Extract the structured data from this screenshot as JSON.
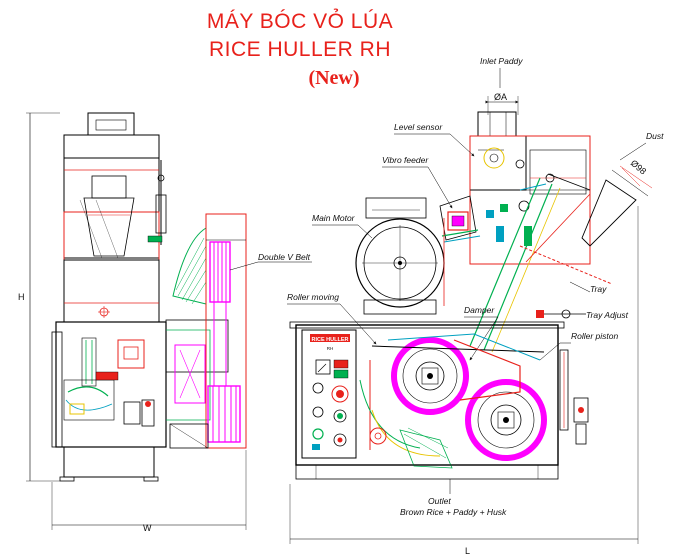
{
  "title": {
    "vietnamese": "MÁY BÓC VỎ LÚA",
    "english": "RICE HULLER RH",
    "version": "(New)"
  },
  "labels": {
    "inlet_paddy": "Inlet Paddy",
    "inlet_dia": "ØA",
    "level_sensor": "Level sensor",
    "vibro_feeder": "Vibro feeder",
    "main_motor": "Main Motor",
    "double_v_belt": "Double V Belt",
    "roller_moving": "Roller moving",
    "damper": "Damper",
    "tray": "Tray",
    "tray_adjust": "Tray Adjust",
    "roller_piston": "Roller piston",
    "dust": "Dust",
    "dust_dia": "Ø98",
    "outlet": "Outlet",
    "outlet_content": "Brown Rice + Paddy + Husk",
    "panel_brand": "RICE HULLER",
    "panel_subtitle": "RH"
  },
  "dimensions": {
    "height": "H",
    "width": "W",
    "length": "L"
  },
  "colors": {
    "title": "#e8211b",
    "frame": "#e8211b",
    "drive": "#ff00ff",
    "aux": "#00b050",
    "line": "#000000",
    "accent_yellow": "#e8c400",
    "accent_cyan": "#00a0c0"
  }
}
